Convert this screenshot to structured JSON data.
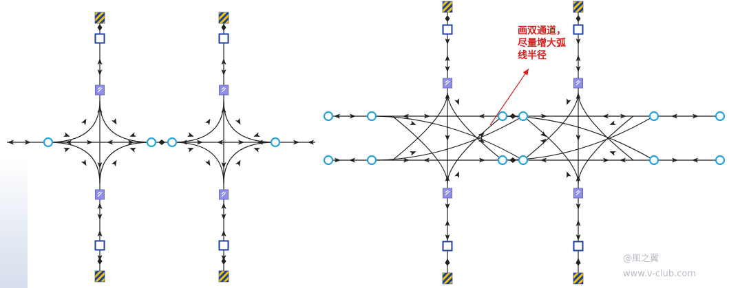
{
  "annotation": {
    "lines": [
      "画双通道，",
      "尽量增大弧",
      "线半径"
    ],
    "color": "#d62020"
  },
  "watermark": {
    "handle": "@風之翼",
    "site": "www.v-club.com"
  },
  "colors": {
    "node_stroke": "#29a3dc",
    "station_stroke": "#1f3fa6",
    "controller_fill": "#8f8fe6",
    "line": "#222222",
    "hazard_yellow": "#f1c40f",
    "hazard_blue": "#1f3f8f"
  },
  "icons": {
    "node": "circle-node-icon",
    "station": "square-station-icon",
    "controller": "controller-icon",
    "endpoint": "hazard-stripe-icon",
    "junction": "diamond-junction-icon"
  }
}
